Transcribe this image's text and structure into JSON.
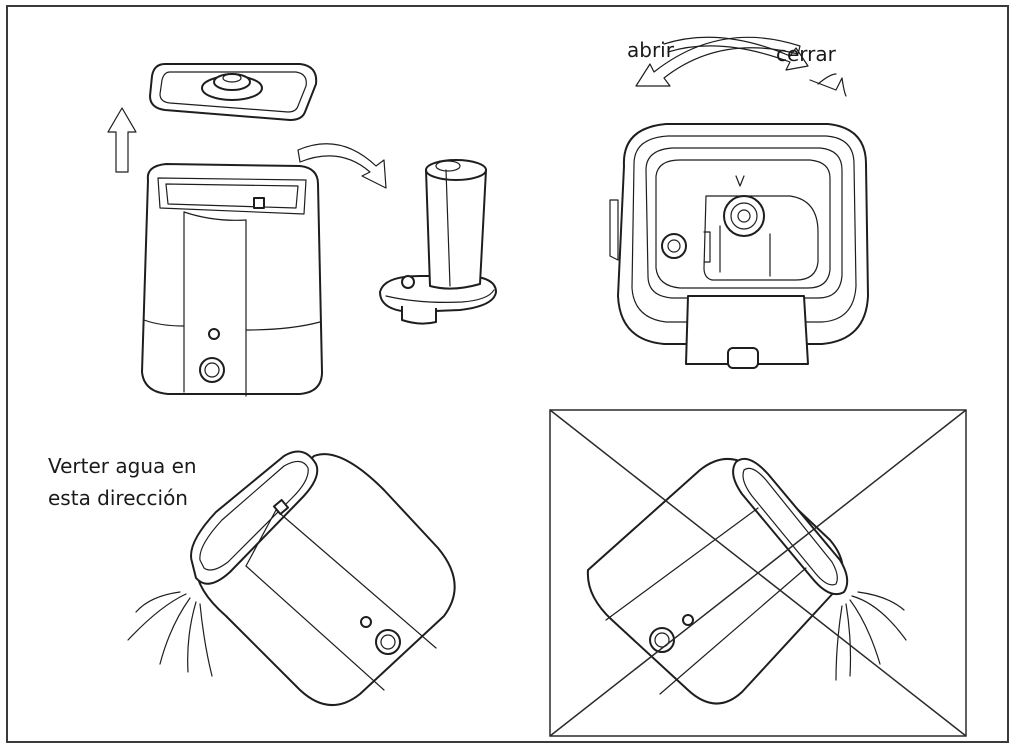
{
  "labels": {
    "open": "abrir",
    "close": "cerrar",
    "pour_line1": "Verter agua en",
    "pour_line2": "esta dirección"
  },
  "icons": {
    "up_arrow": "up-arrow-icon",
    "curved_arrow": "curved-arrow-icon",
    "rotate_arrows": "rotate-arrows-icon",
    "prohibited_cross": "x-cross-icon"
  },
  "colors": {
    "line": "#1e1e1e",
    "background": "#ffffff"
  }
}
